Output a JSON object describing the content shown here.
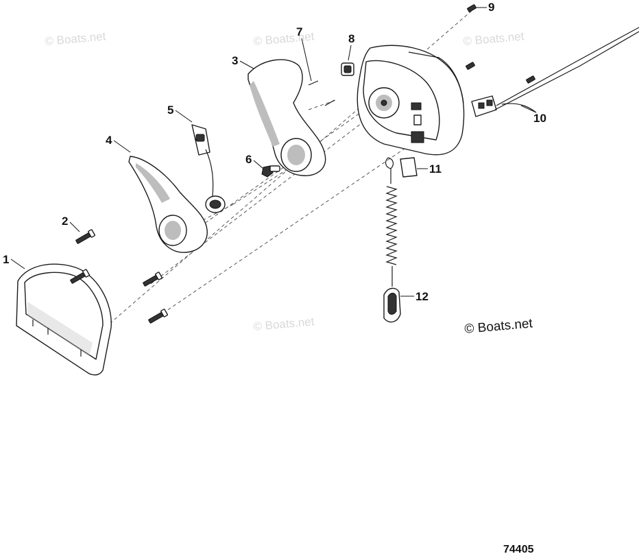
{
  "callouts": {
    "c1": "1",
    "c2": "2",
    "c3": "3",
    "c4": "4",
    "c5": "5",
    "c6": "6",
    "c7": "7",
    "c8": "8",
    "c9": "9",
    "c10": "10",
    "c11": "11",
    "c12": "12"
  },
  "watermark": {
    "faint": "© Boats.net",
    "main": "© Boats.net"
  },
  "figure_number": "74405"
}
